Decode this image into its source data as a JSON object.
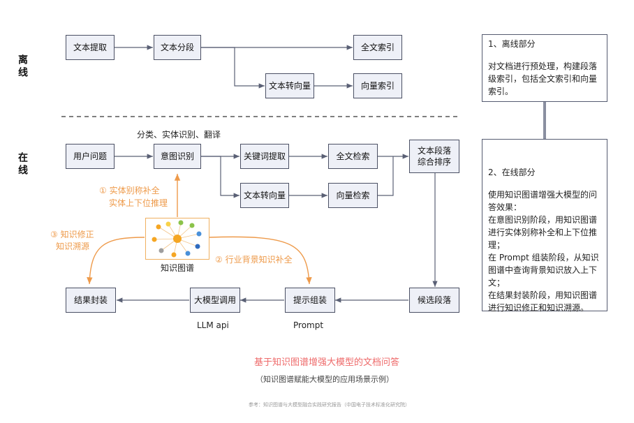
{
  "sections": {
    "offline": "离线",
    "online": "在线"
  },
  "offline_boxes": {
    "extract": "文本提取",
    "segment": "文本分段",
    "fulltext_index": "全文索引",
    "to_vector": "文本转向量",
    "vector_index": "向量索引"
  },
  "online_boxes": {
    "user_question": "用户问题",
    "intent": "意图识别",
    "keyword_extract": "关键词提取",
    "fulltext_search": "全文检索",
    "to_vector": "文本转向量",
    "vector_search": "向量检索",
    "rank_line1": "文本段落",
    "rank_line2": "综合排序",
    "candidates": "候选段落",
    "prompt_assembly": "提示组装",
    "llm_call": "大模型调用",
    "result": "结果封装"
  },
  "labels": {
    "intent_tasks": "分类、实体识别、翻译",
    "kg": "知识图谱",
    "llm_api": "LLM api",
    "prompt": "Prompt",
    "step1_line1": "① 实体别称补全",
    "step1_line2": "实体上下位推理",
    "step2": "② 行业背景知识补全",
    "step3_line1": "③ 知识修正",
    "step3_line2": "知识溯源"
  },
  "panels": {
    "offline_title": "1、离线部分",
    "offline_body": "对文档进行预处理，构建段落级索引，包括全文索引和向量索引。",
    "online_title": "2、在线部分",
    "online_body": [
      "使用知识图谱增强大模型的问答效果：",
      "在意图识别阶段，用知识图谱进行实体别称补全和上下位推理；",
      "在 Prompt 组装阶段，从知识图谱中查询背景知识放入上下文；",
      "在结果封装阶段，用知识图谱进行知识修正和知识溯源。"
    ]
  },
  "caption": {
    "title": "基于知识图谱增强大模型的文档问答",
    "subtitle": "（知识图谱赋能大模型的应用场景示例）",
    "source": "参考：知识图谱与大模型融合实践研究报告（中国电子技术标准化研究院）"
  },
  "colors": {
    "box_fill": "#eef0f7",
    "box_border": "#4a4f63",
    "arrow": "#5a6075",
    "accent_orange": "#ee9a4a",
    "caption_red": "#ee6a6a"
  }
}
